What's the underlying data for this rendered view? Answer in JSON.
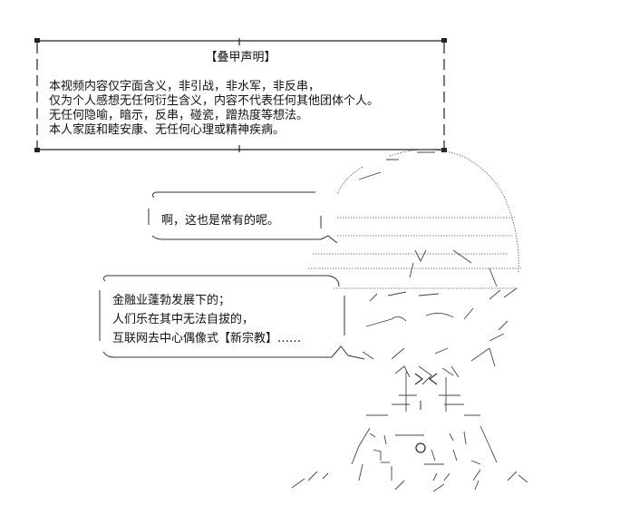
{
  "notice": {
    "title": "【叠甲声明】",
    "lines": [
      "本视频内容仅字面含义，非引战，非水军，非反串，",
      "仅为个人感想无任何衍生含义，内容不代表任何其他团体个人。",
      "无任何隐喻，暗示，反串，碰瓷，蹭热度等想法。",
      "本人家庭和睦安康、无任何心理或精神疾病。"
    ]
  },
  "bubble_top": {
    "text": "啊，这也是常有的呢。"
  },
  "bubble_bottom": {
    "lines": [
      "金融业蓬勃发展下的；",
      "人们乐在其中无法自拔的，",
      "互联网去中心偶像式【新宗教】……"
    ]
  }
}
